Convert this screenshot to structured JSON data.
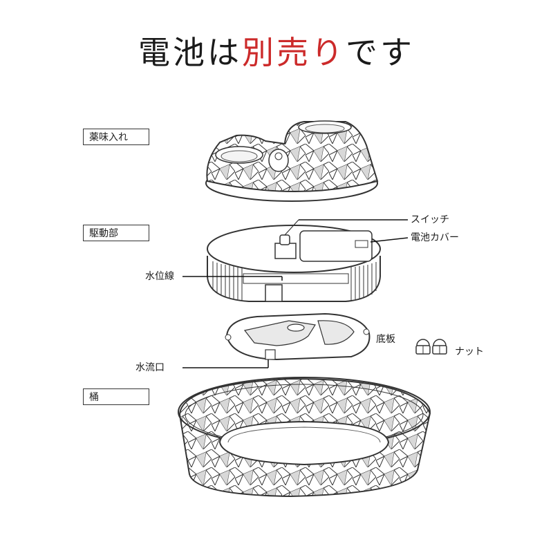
{
  "title": {
    "part1": "電池は",
    "highlight": "別売り",
    "part2": "です",
    "highlight_color": "#cc2a2a"
  },
  "sections": {
    "top": "薬味入れ",
    "middle": "駆動部",
    "bottom": "桶"
  },
  "callouts": {
    "switch": "スイッチ",
    "battery_cover": "電池カバー",
    "water_level": "水位線",
    "base_plate": "底板",
    "nut": "ナット",
    "water_outlet": "水流口"
  }
}
